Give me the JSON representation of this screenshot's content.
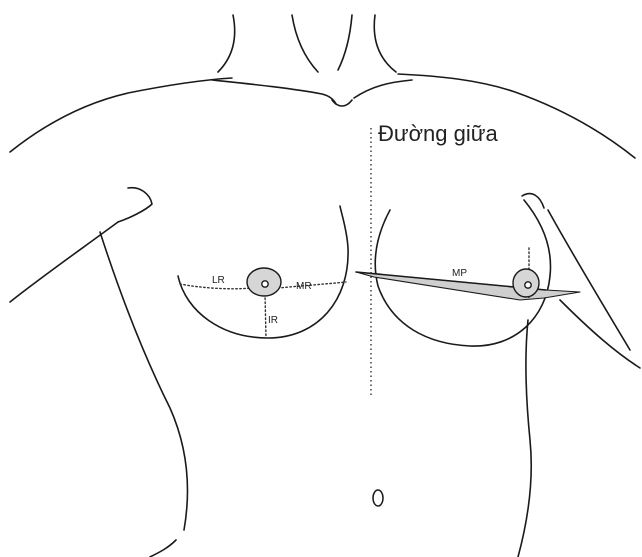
{
  "labels": {
    "midline": "Đường giữa",
    "lateral_radius": "LR",
    "medial_radius": "MR",
    "inferior_radius": "IR",
    "medial_projection": "MP"
  },
  "colors": {
    "outline": "#1a1a1a",
    "areola_fill": "#d6d6d6",
    "plane_fill": "#cfcfcf",
    "background": "#ffffff"
  }
}
